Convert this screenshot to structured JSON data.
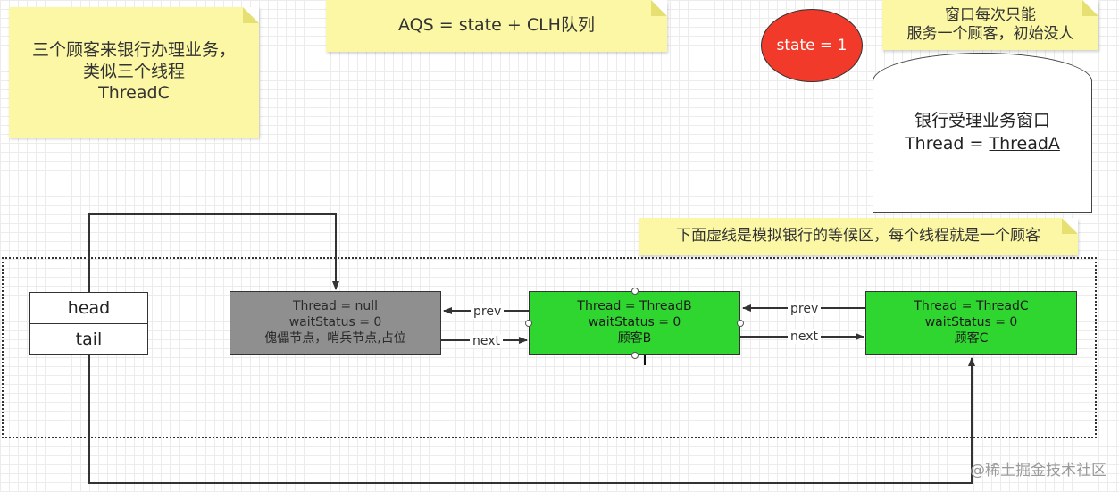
{
  "notes": {
    "customers": "三个顾客来银行办理业务，\n类似三个线程\nThreadC",
    "aqs": "AQS = state + CLH队列",
    "window_rule": "窗口每次只能\n服务一个顾客，初始没人",
    "waiting_area": "下面虚线是模拟银行的等候区，每个线程就是一个顾客"
  },
  "state_ellipse": {
    "label": "state = 1",
    "color": "#f23a2a"
  },
  "bank_window": {
    "line1": "银行受理业务窗口",
    "thread_prefix": "Thread = ",
    "thread_value": "ThreadA"
  },
  "head_tail": {
    "head": "head",
    "tail": "tail"
  },
  "nodes": [
    {
      "thread": "Thread = null",
      "wait": "waitStatus = 0",
      "desc": "傀儡节点，哨兵节点,占位",
      "color": "#8f8f8f"
    },
    {
      "thread": "Thread = ThreadB",
      "wait": "waitStatus = 0",
      "desc": "顾客B",
      "color": "#30d630"
    },
    {
      "thread": "Thread = ThreadC",
      "wait": "waitStatus = 0",
      "desc": "顾客C",
      "color": "#30d630"
    }
  ],
  "edge_labels": {
    "prev_1": "prev",
    "next_1": "next",
    "prev_2": "prev",
    "next_2": "next"
  },
  "watermark": "@稀土掘金技术社区"
}
